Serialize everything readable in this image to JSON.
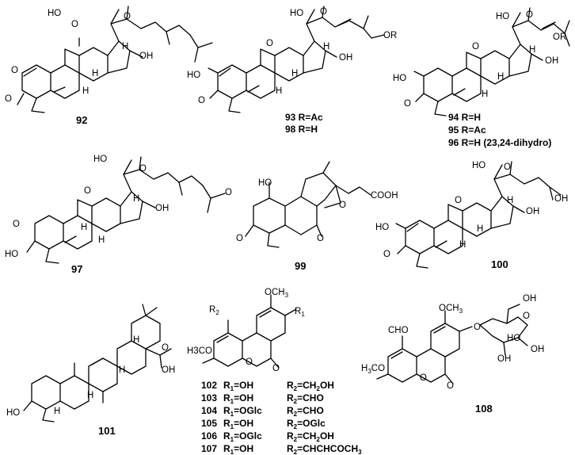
{
  "compounds": [
    {
      "id": "92",
      "captions": []
    },
    {
      "id": "",
      "captions": [
        "93 R=Ac",
        "98 R=H"
      ]
    },
    {
      "id": "",
      "captions": [
        "94 R=H",
        "95 R=Ac",
        "96 R=H (23,24-dihydro)"
      ]
    },
    {
      "id": "97",
      "captions": []
    },
    {
      "id": "99",
      "captions": []
    },
    {
      "id": "100",
      "captions": []
    },
    {
      "id": "101",
      "captions": []
    },
    {
      "id": "108",
      "captions": []
    }
  ],
  "coumarin_table": [
    {
      "num": "102",
      "r1": "OH",
      "r2": "CH",
      "r2_sub": "2",
      "r2_tail": "OH"
    },
    {
      "num": "103",
      "r1": "OH",
      "r2": "CHO",
      "r2_sub": "",
      "r2_tail": ""
    },
    {
      "num": "104",
      "r1": "OGlc",
      "r2": "CHO",
      "r2_sub": "",
      "r2_tail": ""
    },
    {
      "num": "105",
      "r1": "OH",
      "r2": "OGlc",
      "r2_sub": "",
      "r2_tail": ""
    },
    {
      "num": "106",
      "r1": "OGlc",
      "r2": "CH",
      "r2_sub": "2",
      "r2_tail": "OH"
    },
    {
      "num": "107",
      "r1": "OH",
      "r2": "CHCHCOCH",
      "r2_sub": "3",
      "r2_tail": ""
    }
  ],
  "labels": {
    "ho": "HO",
    "oh": "OH",
    "h": "H",
    "o": "O",
    "r": "R",
    "or": "OR",
    "ome": "OCH",
    "ome_sub": "3",
    "h3co": "H",
    "h3co_sub": "3",
    "h3co_tail": "CO",
    "meo": "H3CO",
    "cooh": "COOH",
    "cho": "CHO",
    "r1": "R",
    "r1_sub": "1",
    "r2": "R",
    "r2_sub": "2",
    "mol_102_meo": "H",
    "r1_sym": "R",
    "r_sub_1": "1",
    "r_sub_2": "2"
  }
}
